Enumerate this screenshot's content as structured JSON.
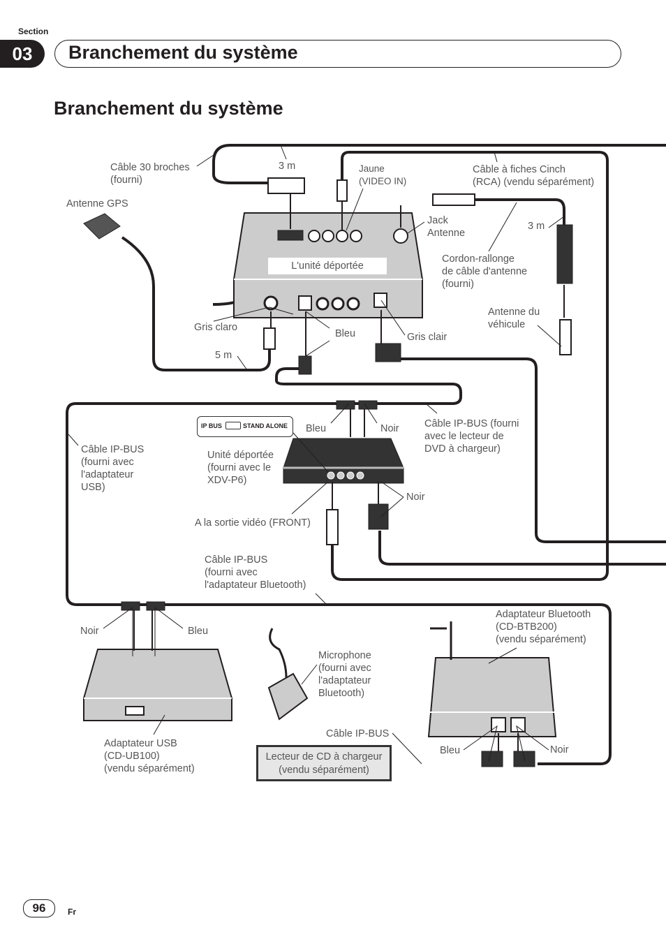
{
  "header": {
    "section_label": "Section",
    "section_number": "03",
    "section_title": "Branchement du système"
  },
  "page_title": "Branchement du système",
  "diagram": {
    "cable_30": [
      "Câble 30 broches",
      "(fourni)"
    ],
    "len_3m_top": "3 m",
    "jaune": [
      "Jaune",
      "(VIDEO IN)"
    ],
    "cinch": [
      "Câble à fiches Cinch",
      "(RCA) (vendu séparément)"
    ],
    "gps": "Antenne GPS",
    "jack": [
      "Jack",
      "Antenne"
    ],
    "len_3m_right": "3 m",
    "remote_unit": "L'unité déportée",
    "extension": [
      "Cordon-rallonge",
      "de câble d'antenne",
      "(fourni)"
    ],
    "vehicle_antenna": [
      "Antenne du",
      "véhicule"
    ],
    "gris_claro": "Gris claro",
    "bleu1": "Bleu",
    "gris_clair": "Gris clair",
    "len_5m": "5 m",
    "switch": {
      "ip_bus": "IP BUS",
      "stand_alone": "STAND ALONE"
    },
    "bleu2": "Bleu",
    "noir1": "Noir",
    "ipbus_dvd": [
      "Câble IP-BUS (fourni",
      "avec le lecteur de",
      "DVD à chargeur)"
    ],
    "ipbus_usb": [
      "Câble IP-BUS",
      "(fourni avec",
      "l'adaptateur",
      "USB)"
    ],
    "xdv_unit": [
      "Unité déportée",
      "(fourni avec le",
      "XDV-P6)"
    ],
    "noir2": "Noir",
    "video_front": "A la sortie vidéo (FRONT)",
    "ipbus_bt": [
      "Câble IP-BUS",
      "(fourni avec",
      "l'adaptateur Bluetooth)"
    ],
    "bt_adapter": [
      "Adaptateur Bluetooth",
      "(CD-BTB200)",
      "(vendu séparément)"
    ],
    "noir3": "Noir",
    "bleu3": "Bleu",
    "microphone": [
      "Microphone",
      "(fourni avec",
      "l'adaptateur",
      "Bluetooth)"
    ],
    "usb_adapter": [
      "Adaptateur USB",
      "(CD-UB100)",
      "(vendu séparément)"
    ],
    "ipbus_cable": "Câble IP-BUS",
    "cd_changer": [
      "Lecteur de CD à chargeur",
      "(vendu séparément)"
    ],
    "bleu4": "Bleu",
    "noir4": "Noir"
  },
  "footer": {
    "page_number": "96",
    "language": "Fr"
  }
}
